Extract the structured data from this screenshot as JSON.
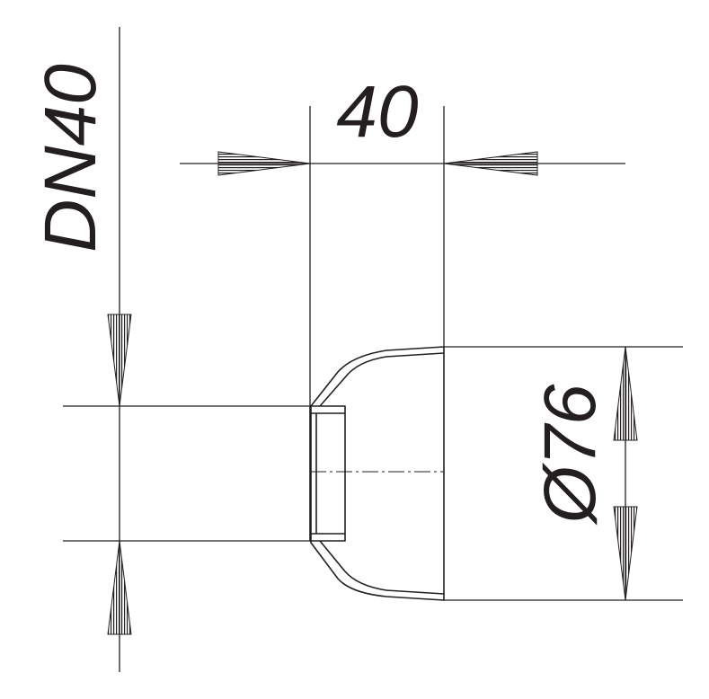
{
  "diagram": {
    "stroke_color": "#231f20",
    "background_color": "#ffffff",
    "dimensions": {
      "nominal_diameter": "DN40",
      "length": "40",
      "outer_diameter": "Ø76"
    }
  }
}
